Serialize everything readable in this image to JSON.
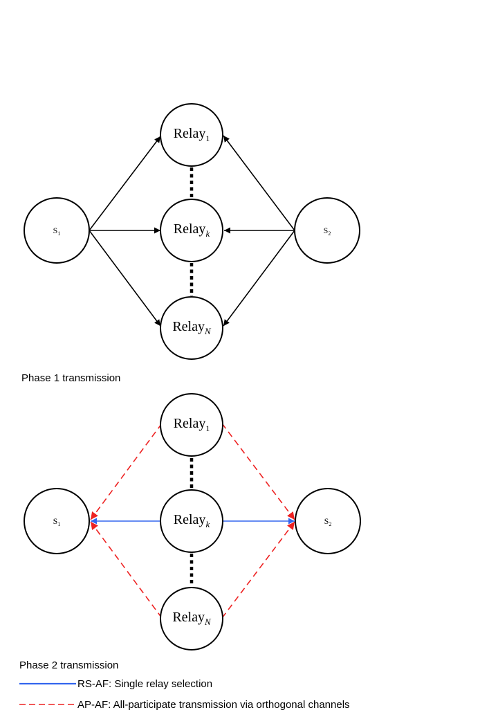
{
  "phase1": {
    "caption": "Phase 1 transmission",
    "s1": {
      "main": "S",
      "sub": "1"
    },
    "s2": {
      "main": "S",
      "sub": "2"
    },
    "relay1": {
      "main": "Relay",
      "sub": "1"
    },
    "relayk": {
      "main": "Relay",
      "sub": "k"
    },
    "relayN": {
      "main": "Relay",
      "sub": "N"
    }
  },
  "phase2": {
    "caption": "Phase 2 transmission",
    "s1": {
      "main": "S",
      "sub": "1"
    },
    "s2": {
      "main": "S",
      "sub": "2"
    },
    "relay1": {
      "main": "Relay",
      "sub": "1"
    },
    "relayk": {
      "main": "Relay",
      "sub": "k"
    },
    "relayN": {
      "main": "Relay",
      "sub": "N"
    }
  },
  "legend": {
    "rs_af": "RS-AF: Single relay selection",
    "ap_af": "AP-AF: All-participate transmission via orthogonal channels"
  },
  "colors": {
    "rs_af": "#3366ee",
    "ap_af": "#ee2222"
  }
}
